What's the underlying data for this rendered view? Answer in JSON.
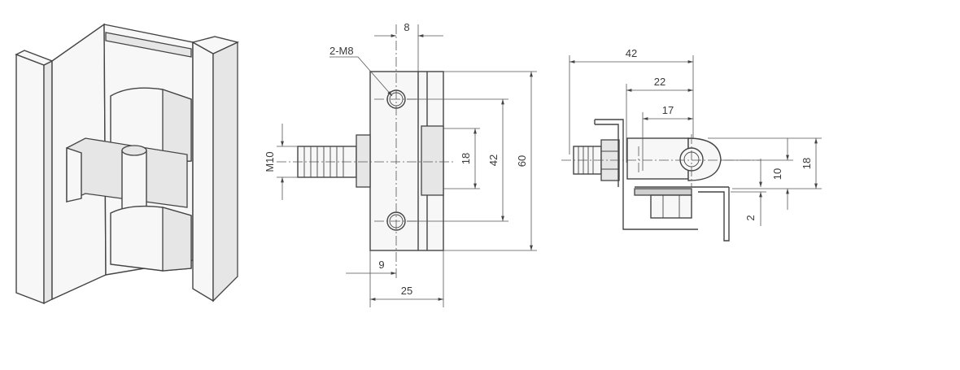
{
  "callout": {
    "holes": "2-M8"
  },
  "front_view": {
    "dims": {
      "top": "8",
      "bottom_small": "9",
      "bottom": "25",
      "thread": "M10",
      "inner": "18",
      "mid": "42",
      "outer": "60"
    }
  },
  "side_view": {
    "dims": {
      "overall": "42",
      "middle": "22",
      "inner": "17",
      "height": "18",
      "axis": "10",
      "offset": "2"
    }
  }
}
